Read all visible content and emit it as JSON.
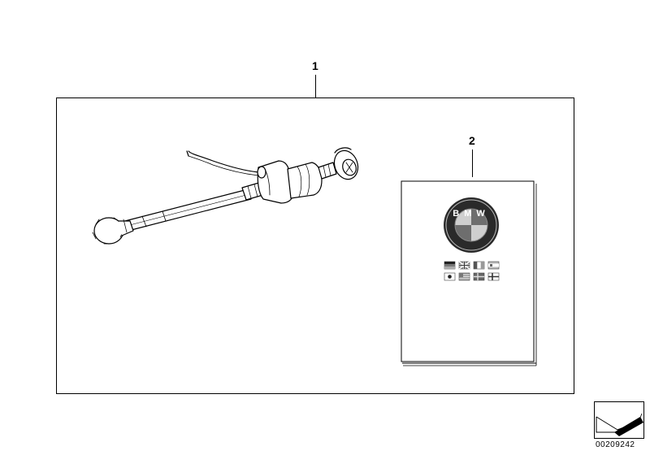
{
  "callouts": {
    "item1": "1",
    "item2": "2"
  },
  "manual": {
    "logo_text": "BMW"
  },
  "footer": {
    "catalog_number": "00209242"
  },
  "icons": {
    "tool": "adjustment-tool-icon",
    "manual": "manual-booklet-icon",
    "logo": "bmw-roundel-icon",
    "flags": "language-flags-icon",
    "catalog": "catalog-page-icon"
  }
}
